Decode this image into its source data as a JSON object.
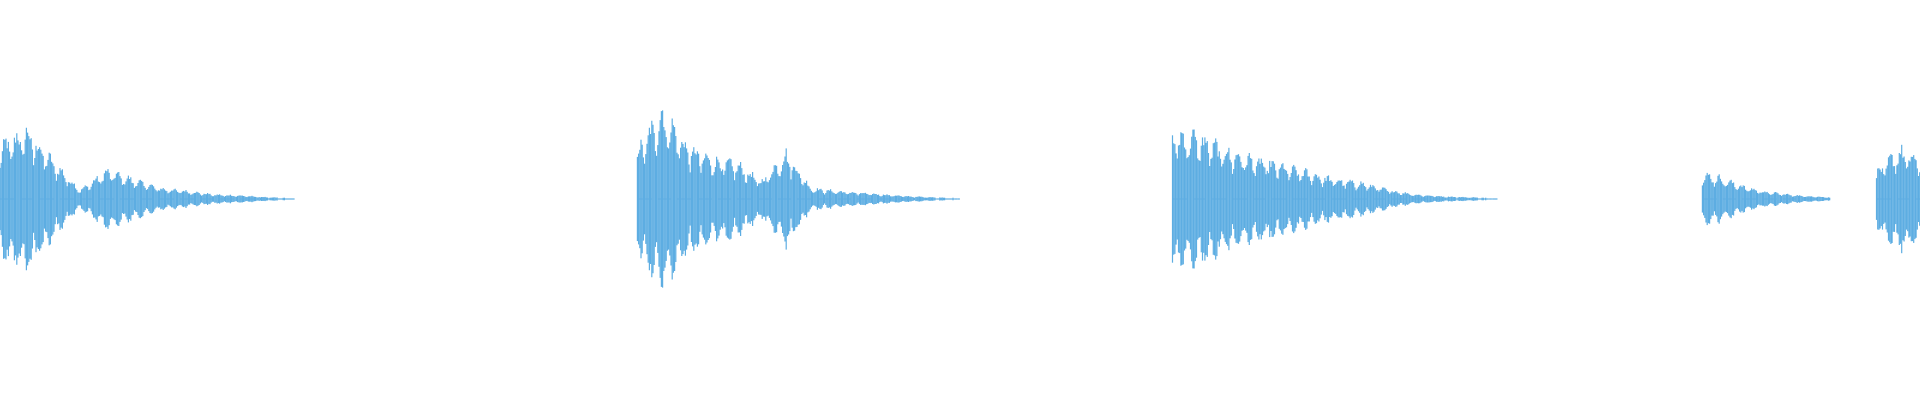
{
  "waveform": {
    "color": "#5dade2",
    "background": "#ffffff",
    "duration_s": 7.5,
    "clips": [
      {
        "start_s": 0.0,
        "tail_end_s": 1.15,
        "shape": [
          0.6,
          0.78,
          0.42,
          0.1,
          0.32,
          0.22,
          0.12,
          0.09,
          0.05,
          0.04,
          0.02,
          0.01
        ]
      },
      {
        "start_s": 2.49,
        "tail_end_s": 3.75,
        "shape": [
          0.55,
          1.0,
          0.6,
          0.45,
          0.4,
          0.2,
          0.52,
          0.12,
          0.09,
          0.07,
          0.05,
          0.03,
          0.02,
          0.01
        ]
      },
      {
        "start_s": 4.58,
        "tail_end_s": 5.85,
        "shape": [
          0.75,
          0.7,
          0.55,
          0.45,
          0.38,
          0.3,
          0.22,
          0.18,
          0.1,
          0.05,
          0.03,
          0.02,
          0.01
        ]
      },
      {
        "start_s": 6.65,
        "tail_end_s": 7.15,
        "shape": [
          0.28,
          0.25,
          0.18,
          0.12,
          0.08,
          0.06,
          0.04,
          0.03,
          0.02
        ]
      },
      {
        "start_s": 7.33,
        "tail_end_s": 7.5,
        "shape": [
          0.3,
          0.55,
          0.45
        ]
      }
    ]
  }
}
